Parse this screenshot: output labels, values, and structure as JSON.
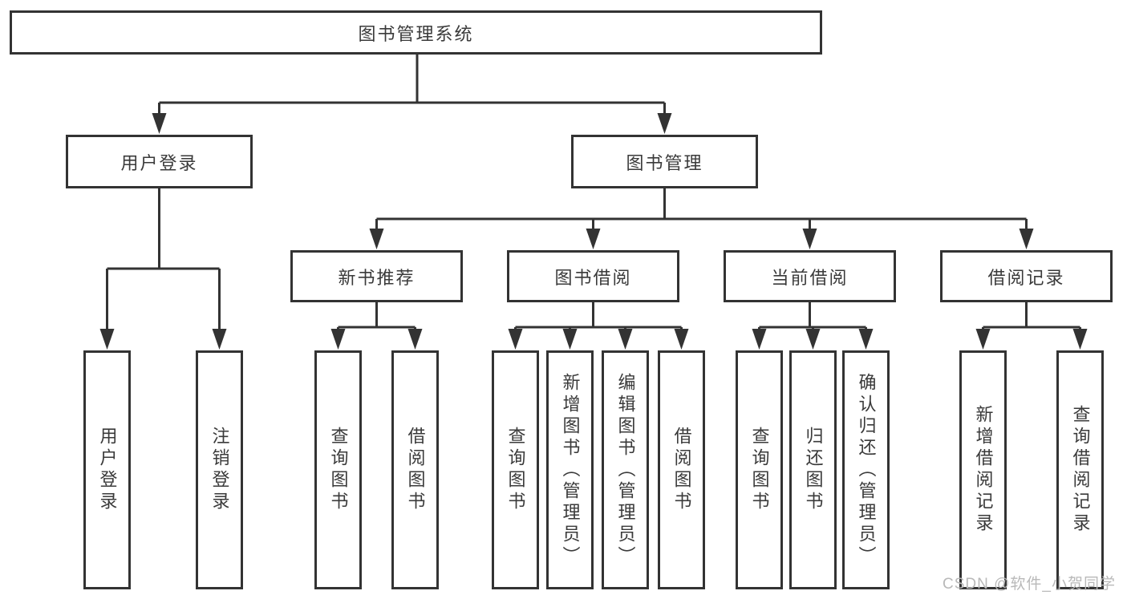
{
  "diagram": {
    "root": {
      "label": "图书管理系统"
    },
    "level2": [
      {
        "label": "用户登录",
        "parent": "图书管理系统"
      },
      {
        "label": "图书管理",
        "parent": "图书管理系统"
      }
    ],
    "level3": [
      {
        "label": "新书推荐",
        "parent": "图书管理"
      },
      {
        "label": "图书借阅",
        "parent": "图书管理"
      },
      {
        "label": "当前借阅",
        "parent": "图书管理"
      },
      {
        "label": "借阅记录",
        "parent": "图书管理"
      }
    ],
    "leaves": [
      {
        "label": "用户登录",
        "parent": "用户登录"
      },
      {
        "label": "注销登录",
        "parent": "用户登录"
      },
      {
        "label": "查询图书",
        "parent": "新书推荐"
      },
      {
        "label": "借阅图书",
        "parent": "新书推荐"
      },
      {
        "label": "查询图书",
        "parent": "图书借阅"
      },
      {
        "label": "新增图书（管理员）",
        "parent": "图书借阅"
      },
      {
        "label": "编辑图书（管理员）",
        "parent": "图书借阅"
      },
      {
        "label": "借阅图书",
        "parent": "图书借阅"
      },
      {
        "label": "查询图书",
        "parent": "当前借阅"
      },
      {
        "label": "归还图书",
        "parent": "当前借阅"
      },
      {
        "label": "确认归还（管理员）",
        "parent": "当前借阅"
      },
      {
        "label": "新增借阅记录",
        "parent": "借阅记录"
      },
      {
        "label": "查询借阅记录",
        "parent": "借阅记录"
      }
    ]
  },
  "watermark": {
    "text": "CSDN @软件_小贺同学"
  },
  "colors": {
    "line": "#333333",
    "text": "#3a3a3a",
    "watermark": "#b9b9b9",
    "background": "#ffffff"
  }
}
